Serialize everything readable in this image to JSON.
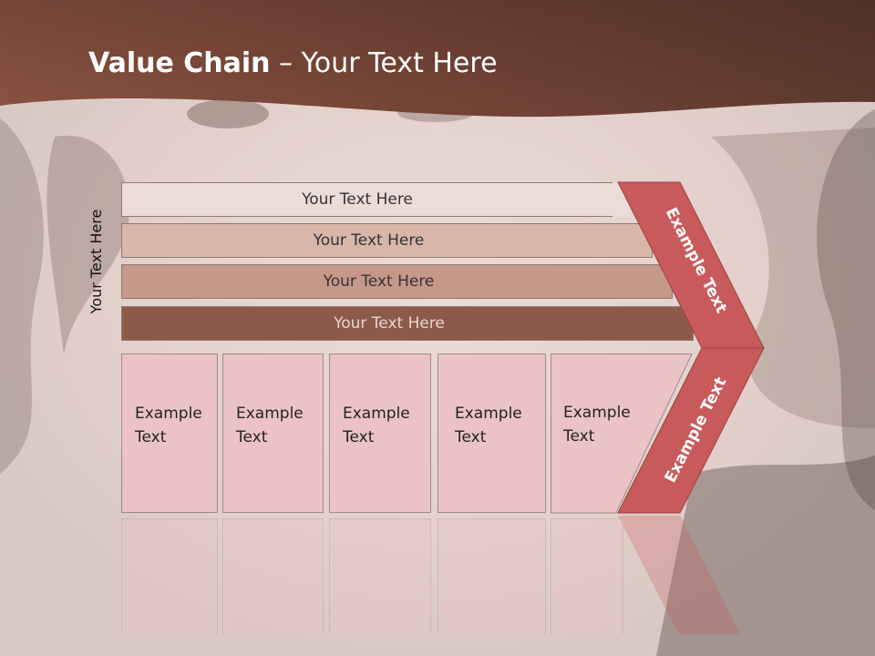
{
  "slide": {
    "title_bold": "Value Chain",
    "title_rest": " – Your Text Here",
    "side_label": "Your Text Here",
    "bars": [
      {
        "label": "Your Text Here",
        "color": "#ecdcd8"
      },
      {
        "label": "Your Text Here",
        "color": "#d8b6aa"
      },
      {
        "label": "Your Text Here",
        "color": "#c6988a"
      },
      {
        "label": "Your Text Here",
        "color": "#8d5a4a"
      }
    ],
    "columns": [
      {
        "line1": "Example",
        "line2": "Text"
      },
      {
        "line1": "Example",
        "line2": "Text"
      },
      {
        "line1": "Example",
        "line2": "Text"
      },
      {
        "line1": "Example",
        "line2": "Text"
      },
      {
        "line1": "Example",
        "line2": "Text"
      }
    ],
    "chevron_top_label": "Example Text",
    "chevron_bottom_label": "Example Text",
    "colors": {
      "header": "#7a4a3a",
      "chevron": "#c95a5c",
      "column_fill": "#ecc3c4"
    }
  }
}
